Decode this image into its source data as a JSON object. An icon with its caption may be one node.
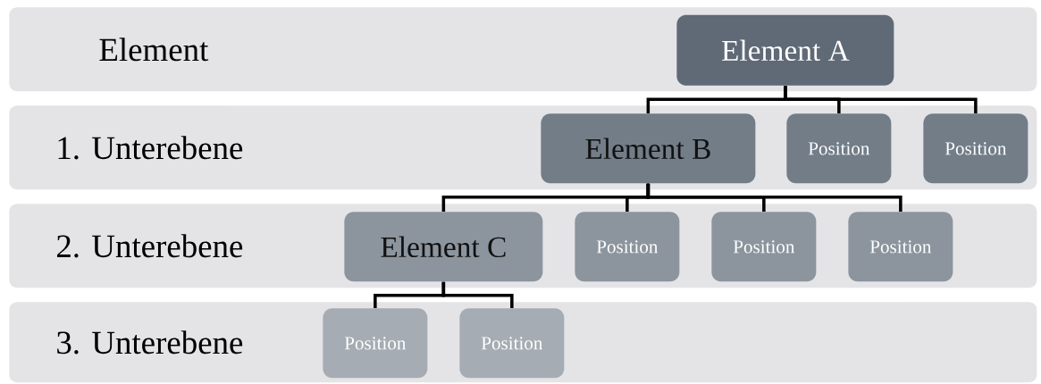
{
  "diagram": {
    "nodes": [
      {
        "text": [
          "Element"
        ]
      },
      {
        "text": [
          "Element A"
        ],
        "in": 0
      },
      {
        "text": [
          "1. Unterebene"
        ]
      },
      {
        "text": [
          "Element  B"
        ],
        "in": 2
      },
      {
        "text": [
          "Position"
        ],
        "in": 2
      },
      {
        "text": [
          "Position"
        ],
        "in": 2
      },
      {
        "text": [
          "2. Unterebene"
        ]
      },
      {
        "text": [
          "Element C"
        ],
        "in": 6
      },
      {
        "text": [
          "Position"
        ],
        "in": 6
      },
      {
        "text": [
          "Position"
        ],
        "in": 6
      },
      {
        "text": [
          "Position"
        ],
        "in": 6
      },
      {
        "text": [
          "3. Unterebene"
        ]
      },
      {
        "text": [
          "Position"
        ],
        "in": 11
      },
      {
        "text": [
          "Position"
        ],
        "in": 11
      }
    ],
    "edges": [
      {
        "from": 1,
        "to": 3,
        "arrow": "none"
      },
      {
        "from": 1,
        "to": 4,
        "arrow": "none"
      },
      {
        "from": 1,
        "to": 5,
        "arrow": "none"
      },
      {
        "from": 3,
        "to": 7,
        "arrow": "none"
      },
      {
        "from": 3,
        "to": 8,
        "arrow": "none"
      },
      {
        "from": 3,
        "to": 9,
        "arrow": "none"
      },
      {
        "from": 3,
        "to": 10,
        "arrow": "none"
      },
      {
        "from": 7,
        "to": 12,
        "arrow": "none"
      },
      {
        "from": 7,
        "to": 13,
        "arrow": "none"
      }
    ]
  }
}
